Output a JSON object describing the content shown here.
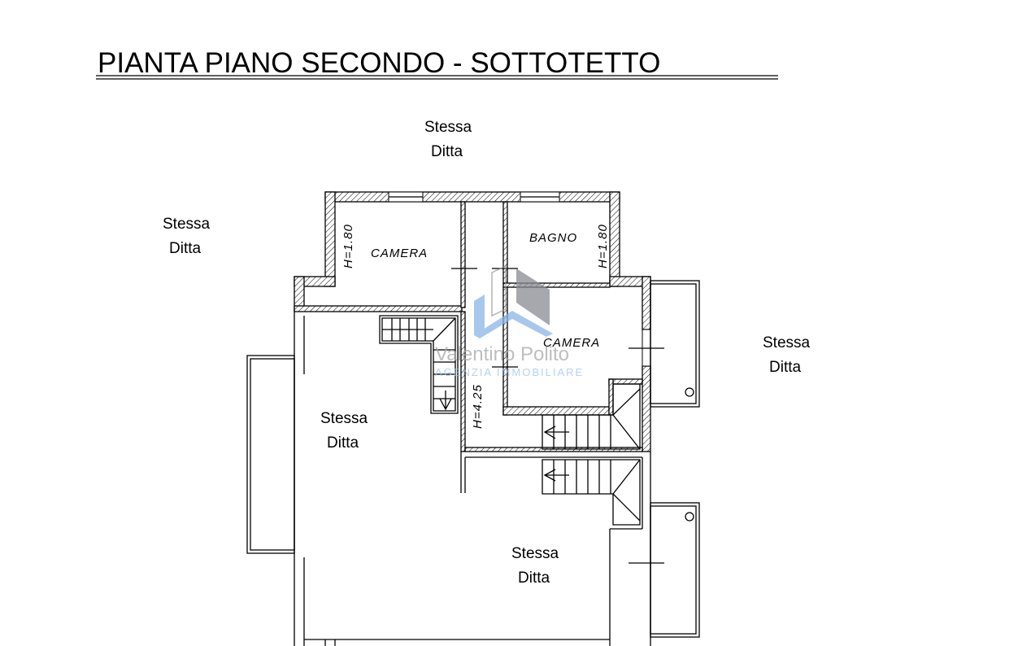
{
  "title": "PIANTA PIANO SECONDO - SOTTOTETTO",
  "neighbors": [
    {
      "line1": "Stessa",
      "line2": "Ditta"
    },
    {
      "line1": "Stessa",
      "line2": "Ditta"
    },
    {
      "line1": "Stessa",
      "line2": "Ditta"
    },
    {
      "line1": "Stessa",
      "line2": "Ditta"
    },
    {
      "line1": "Stessa",
      "line2": "Ditta"
    }
  ],
  "rooms": {
    "camera_left": "CAMERA",
    "bagno": "BAGNO",
    "camera_right": "CAMERA"
  },
  "heights": {
    "camera_left": "H=1.80",
    "bagno": "H=1.80",
    "corridor": "H=4.25"
  },
  "watermark": {
    "name": "Valentino Polito",
    "subtitle": "AGENZIA IMMOBILIARE"
  }
}
